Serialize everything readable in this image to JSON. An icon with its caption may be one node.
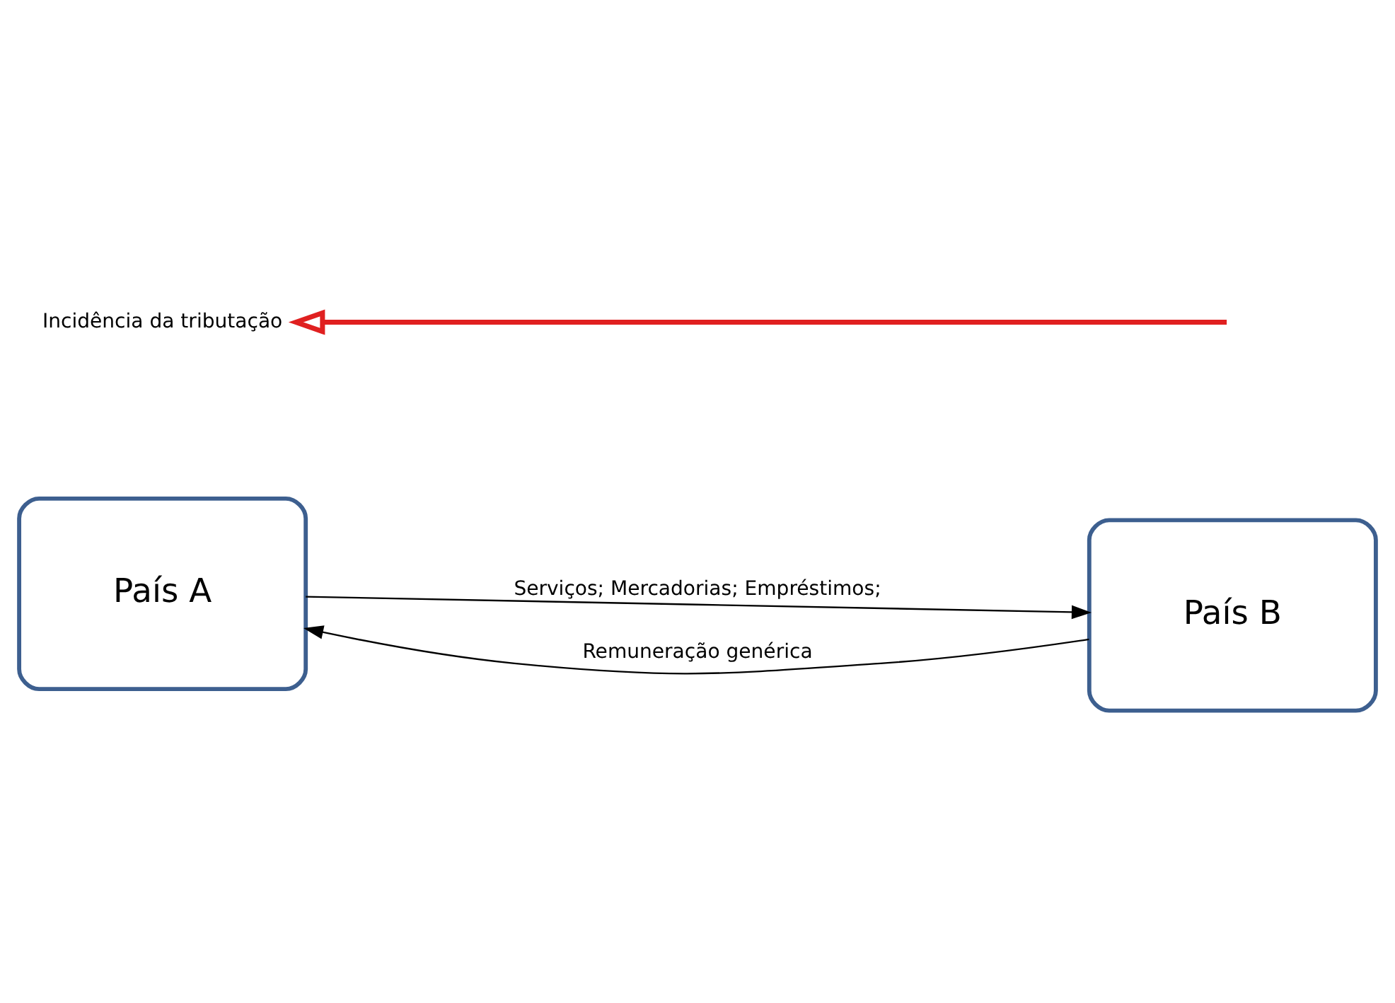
{
  "diagram": {
    "nodes": [
      {
        "text": [
          "País A"
        ]
      },
      {
        "text": [
          "País B"
        ]
      },
      {
        "text": [
          "Incidência da tributação"
        ]
      }
    ],
    "edges": [
      {
        "from": 0,
        "to": 1,
        "arrow": "to",
        "label": "Serviços; Mercadorias; Empréstimos;"
      },
      {
        "from": 1,
        "to": 0,
        "arrow": "to",
        "label": "Remuneração genérica"
      },
      {
        "from": null,
        "to": 2,
        "arrow": "to",
        "style": "thick",
        "color": "#e02020"
      }
    ]
  }
}
